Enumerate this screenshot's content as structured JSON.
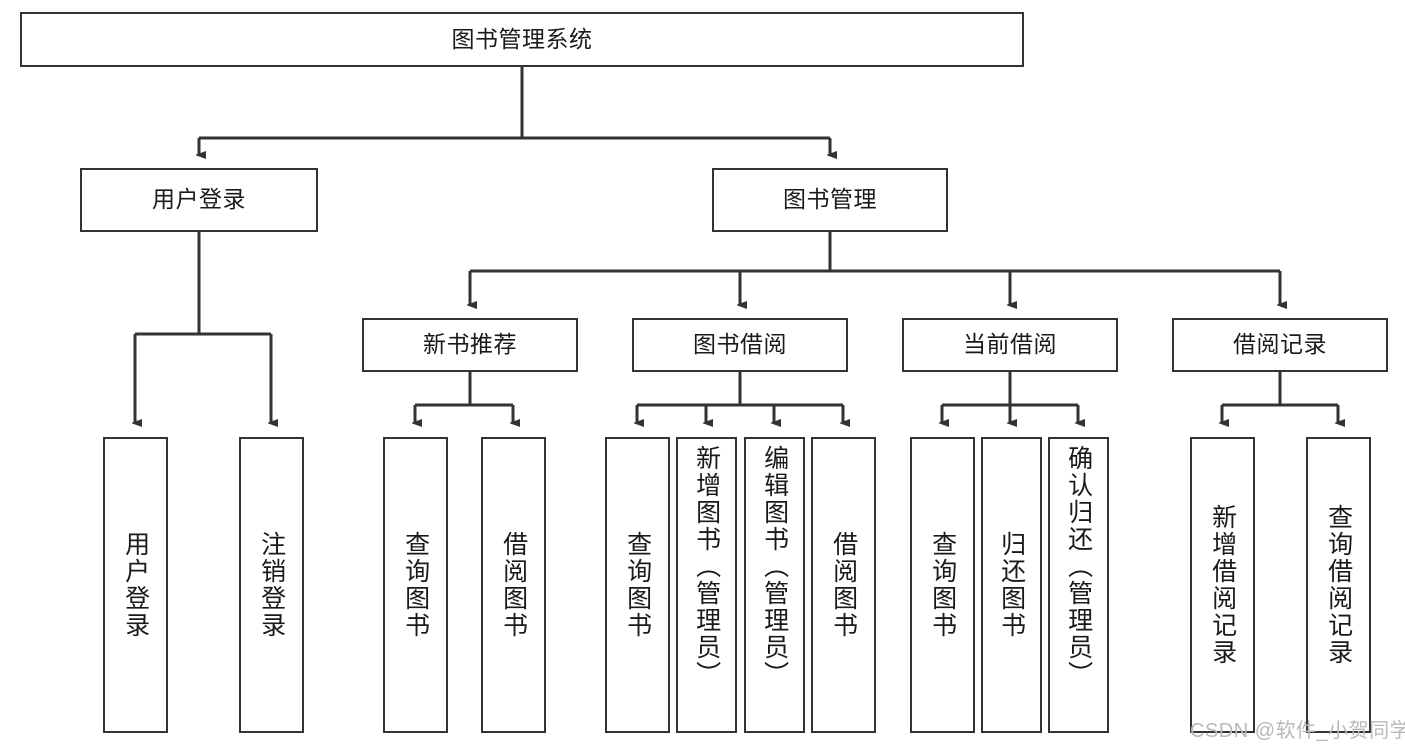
{
  "diagram": {
    "type": "hierarchy-tree",
    "title": "图书管理系统",
    "watermark": "CSDN @软件_小贺同学",
    "colors": {
      "box_border": "#333333",
      "box_fill": "#ffffff",
      "connector": "#333333",
      "text": "#1a1a1a",
      "watermark": "#b9b9b9",
      "background": "#ffffff"
    },
    "nodes": {
      "root": {
        "label": "图书管理系统"
      },
      "level2": [
        {
          "label": "用户登录"
        },
        {
          "label": "图书管理"
        }
      ],
      "level3": [
        {
          "label": "新书推荐"
        },
        {
          "label": "图书借阅"
        },
        {
          "label": "当前借阅"
        },
        {
          "label": "借阅记录"
        }
      ],
      "leaves_user_login": [
        {
          "label": "用户登录"
        },
        {
          "label": "注销登录"
        }
      ],
      "leaves_new_book": [
        {
          "label": "查询图书"
        },
        {
          "label": "借阅图书"
        }
      ],
      "leaves_borrow": [
        {
          "label": "查询图书"
        },
        {
          "label": "新增图书（管理员）"
        },
        {
          "label": "编辑图书（管理员）"
        },
        {
          "label": "借阅图书"
        }
      ],
      "leaves_current": [
        {
          "label": "查询图书"
        },
        {
          "label": "归还图书"
        },
        {
          "label": "确认归还（管理员）"
        }
      ],
      "leaves_records": [
        {
          "label": "新增借阅记录"
        },
        {
          "label": "查询借阅记录"
        }
      ]
    }
  }
}
